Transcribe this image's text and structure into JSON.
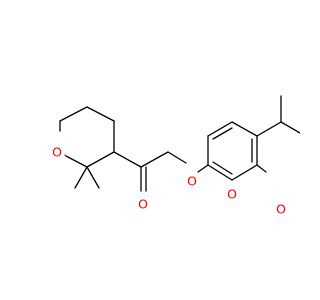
{
  "molecule": {
    "atom_labels": [
      {
        "id": "O1",
        "text": "O",
        "color": "#ff0000"
      },
      {
        "id": "O2",
        "text": "O",
        "color": "#ff0000"
      },
      {
        "id": "O3",
        "text": "O",
        "color": "#ff0000"
      },
      {
        "id": "O4",
        "text": "O",
        "color": "#ff0000"
      },
      {
        "id": "O5",
        "text": "O",
        "color": "#ff0000"
      }
    ],
    "bond_color": "#000000"
  }
}
